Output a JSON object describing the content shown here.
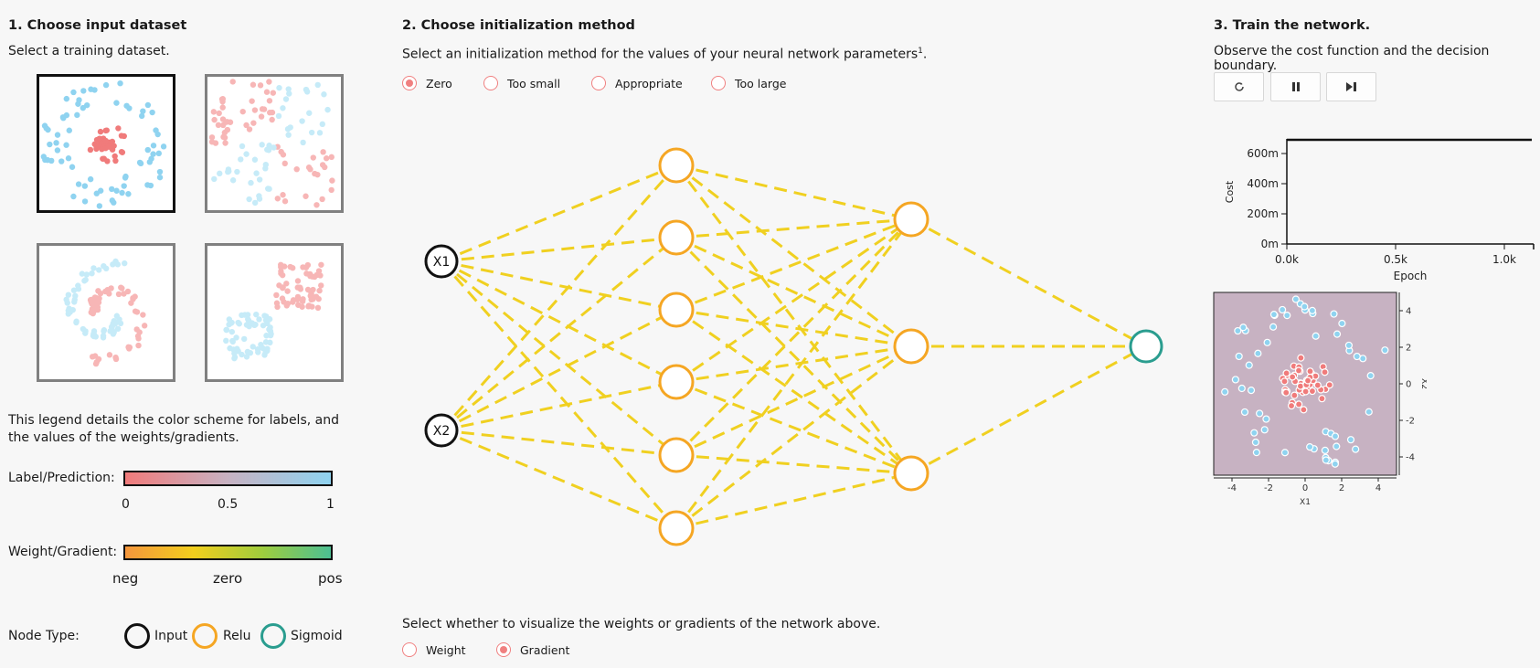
{
  "section1": {
    "title": "1. Choose input dataset",
    "subtitle": "Select a training dataset."
  },
  "section2": {
    "title": "2. Choose initialization method",
    "subtitle": "Select an initialization method for the values of your neural network parameters",
    "footnote": "1",
    "options": [
      {
        "label": "Zero",
        "selected": true
      },
      {
        "label": "Too small",
        "selected": false
      },
      {
        "label": "Appropriate",
        "selected": false
      },
      {
        "label": "Too large",
        "selected": false
      }
    ]
  },
  "section3": {
    "title": "3. Train the network.",
    "subtitle": "Observe the cost function and the decision boundary.",
    "buttons": {
      "reset": "reset-icon",
      "pause": "pause-icon",
      "step": "step-icon"
    }
  },
  "legend": {
    "intro": "This legend details the color scheme for labels, and the values of the weights/gradients.",
    "label_title": "Label/Prediction:",
    "label_ticks": [
      "0",
      "0.5",
      "1"
    ],
    "weight_title": "Weight/Gradient:",
    "weight_ticks": [
      "neg",
      "zero",
      "pos"
    ],
    "node_title": "Node Type:",
    "node_types": [
      {
        "label": "Input",
        "color": "#111111"
      },
      {
        "label": "Relu",
        "color": "#f5a623"
      },
      {
        "label": "Sigmoid",
        "color": "#2a9d8f"
      }
    ]
  },
  "network": {
    "inputs": [
      "X1",
      "X2"
    ],
    "layer_sizes": [
      2,
      6,
      3,
      1
    ],
    "edge_color": "#f0d020"
  },
  "visualize": {
    "prompt": "Select whether to visualize the weights or gradients of the network above.",
    "options": [
      {
        "label": "Weight",
        "selected": false
      },
      {
        "label": "Gradient",
        "selected": true
      }
    ]
  },
  "cost_chart": {
    "ylabel": "Cost",
    "xlabel": "Epoch",
    "yticks": [
      "600m",
      "400m",
      "200m",
      "0m"
    ],
    "xticks": [
      "0.0k",
      "0.5k",
      "1.0k"
    ]
  },
  "boundary_plot": {
    "xlabel": "X1",
    "ylabel": "X2",
    "xticks": [
      "-4",
      "-2",
      "0",
      "2",
      "4"
    ],
    "yticks": [
      "4",
      "2",
      "0",
      "-2",
      "-4"
    ]
  },
  "colors": {
    "positive": "#8fd3f0",
    "negative": "#f07b7b",
    "boundary_bg": "#c7b2c2",
    "relu": "#f5a623",
    "sigmoid": "#2a9d8f"
  }
}
